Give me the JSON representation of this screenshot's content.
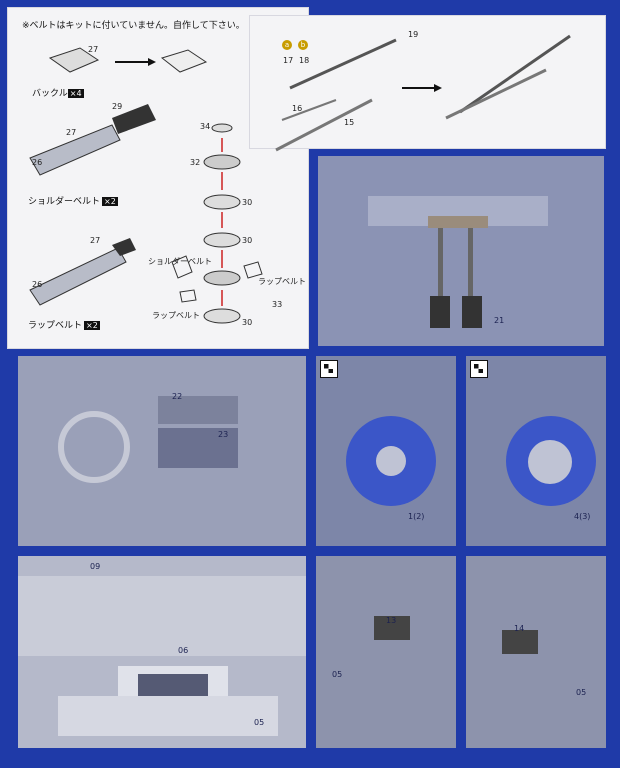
{
  "note": "※ベルトはキットに付いていません。自作して下さい。",
  "belts": {
    "buckle": {
      "label": "バックル",
      "qty": "×4",
      "part": "27"
    },
    "shoulder": {
      "label": "ショルダーベルト",
      "qty": "×2",
      "parts": [
        "27",
        "29",
        "26"
      ]
    },
    "lap": {
      "label": "ラップベルト",
      "qty": "×2",
      "parts": [
        "27",
        "26"
      ]
    }
  },
  "assembly": {
    "parts": [
      "34",
      "32",
      "30",
      "30",
      "33",
      "30"
    ],
    "shoulder_label": "ショルダーベルト",
    "lap_label_1": "ラップベルト",
    "lap_label_2": "ラップベルト"
  },
  "wiper": {
    "options": [
      "a",
      "b"
    ],
    "parts": [
      "17",
      "18",
      "19",
      "16",
      "15"
    ]
  },
  "photos": {
    "pedals": {
      "part": "21"
    },
    "interior": {
      "parts": [
        "22",
        "23"
      ]
    },
    "brake_front": {
      "label": "1(2)"
    },
    "brake_rear": {
      "label": "4(3)"
    },
    "front": {
      "parts": [
        "09",
        "06",
        "05"
      ]
    },
    "mirror_left": {
      "parts": [
        "13",
        "05"
      ]
    },
    "mirror_right": {
      "parts": [
        "14",
        "05"
      ]
    }
  },
  "colors": {
    "background": "#1f3aa8",
    "panel": "#f4f4f6",
    "photo": "#7d86a8"
  }
}
